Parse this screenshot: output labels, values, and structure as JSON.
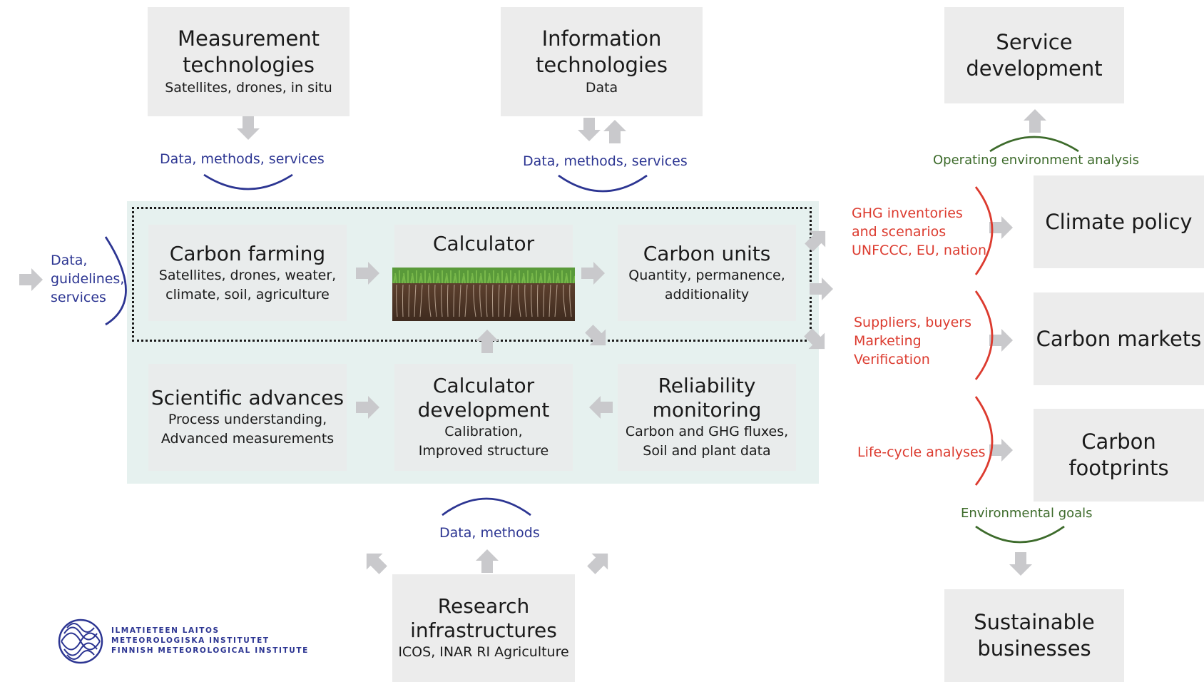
{
  "top_boxes": {
    "measurement": {
      "title": "Measurement technologies",
      "sub": "Satellites, drones, in situ"
    },
    "information": {
      "title": "Information technologies",
      "sub": "Data"
    },
    "service": {
      "title": "Service development"
    }
  },
  "link_labels": {
    "data_methods_services_1": "Data, methods, services",
    "data_methods_services_2": "Data, methods, services",
    "data_guidelines_services": [
      "Data,",
      "guidelines,",
      "services"
    ],
    "data_methods": "Data, methods",
    "operating_env": "Operating environment analysis",
    "env_goals": "Environmental goals"
  },
  "core": {
    "carbon_farming": {
      "title": "Carbon farming",
      "sub": [
        "Satellites, drones, weater,",
        "climate, soil, agriculture"
      ]
    },
    "calculator": {
      "title": "Calculator"
    },
    "carbon_units": {
      "title": "Carbon units",
      "sub": [
        "Quantity, permanence,",
        "additionality"
      ]
    },
    "scientific": {
      "title": "Scientific advances",
      "sub": [
        "Process understanding,",
        "Advanced measurements"
      ]
    },
    "calc_dev": {
      "title": [
        "Calculator",
        "development"
      ],
      "sub": [
        "Calibration,",
        "Improved structure"
      ]
    },
    "reliability": {
      "title": [
        "Reliability",
        "monitoring"
      ],
      "sub": [
        "Carbon and GHG fluxes,",
        "Soil and plant data"
      ]
    }
  },
  "bottom": {
    "research": {
      "title": [
        "Research",
        "infrastructures"
      ],
      "sub": "ICOS, INAR RI Agriculture"
    }
  },
  "right": {
    "ghg": [
      "GHG inventories",
      "and scenarios",
      "UNFCCC, EU, nation"
    ],
    "suppliers": [
      "Suppliers, buyers",
      "Marketing",
      "Verification"
    ],
    "lca": "Life-cycle analyses",
    "climate_policy": "Climate policy",
    "carbon_markets": "Carbon markets",
    "carbon_footprints": [
      "Carbon",
      "footprints"
    ],
    "sustainable": [
      "Sustainable",
      "businesses"
    ]
  },
  "logo": {
    "lines": [
      "ILMATIETEEN LAITOS",
      "METEOROLOGISKA INSTITUTET",
      "FINNISH METEOROLOGICAL INSTITUTE"
    ]
  },
  "colors": {
    "box": "#ececec",
    "panel": "#e6f1ef",
    "arrow": "#c9c9cc",
    "blue": "#2c3592",
    "red": "#dc3b2f",
    "green": "#3d6b2b"
  }
}
